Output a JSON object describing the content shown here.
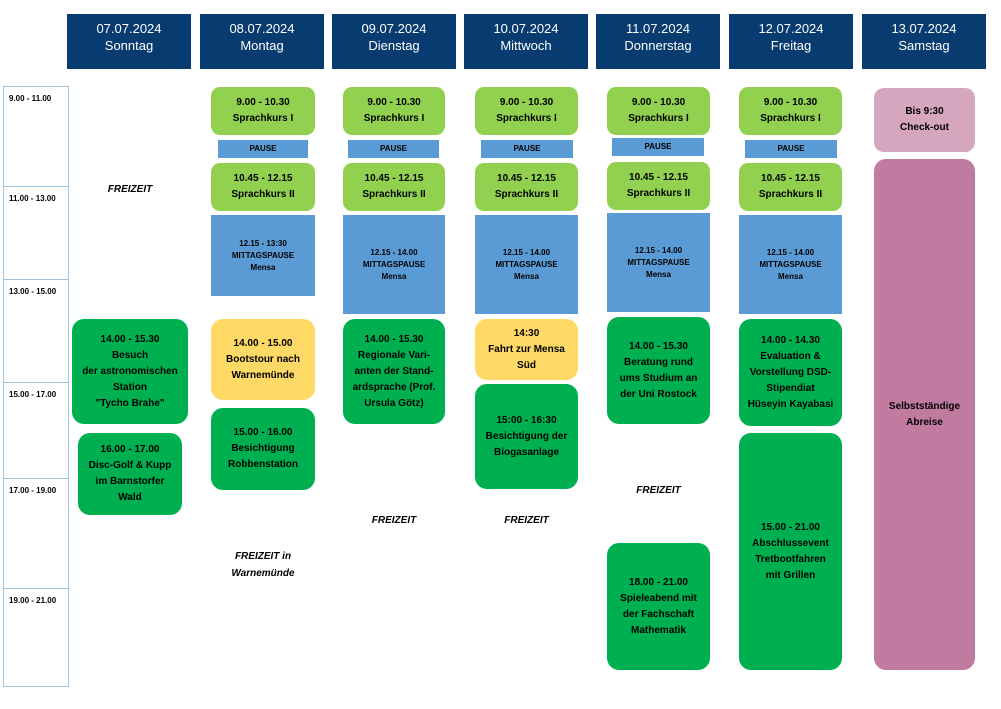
{
  "days": [
    {
      "date": "07.07.2024",
      "name": "Sonntag"
    },
    {
      "date": "08.07.2024",
      "name": "Montag"
    },
    {
      "date": "09.07.2024",
      "name": "Dienstag"
    },
    {
      "date": "10.07.2024",
      "name": "Mittwoch"
    },
    {
      "date": "11.07.2024",
      "name": "Donnerstag"
    },
    {
      "date": "12.07.2024",
      "name": "Freitag"
    },
    {
      "date": "13.07.2024",
      "name": "Samstag"
    }
  ],
  "time_slots": [
    "9.00 - 11.00",
    "11.00 - 13.00",
    "13.00 - 15.00",
    "15.00 - 17.00",
    "17.00 - 19.00",
    "19.00 - 21.00"
  ],
  "events": {
    "sun_besuch": "14.00 - 15.30\nBesuch\nder astronomischen\nStation\n\"Tycho  Brahe\"",
    "sun_discgolf": "16.00 - 17.00\nDisc-Golf & Kupp\nim Barnstorfer\nWald",
    "sprachkurs1": "9.00 - 10.30\nSprachkurs I",
    "pause": "PAUSE",
    "sprachkurs2": "10.45 - 12.15\nSprachkurs II",
    "mittag_mon": "12.15 - 13:30\nMITTAGSPAUSE\nMensa",
    "mittag": "12.15 - 14.00\nMITTAGSPAUSE\nMensa",
    "mon_bootstour": "14.00 - 15.00\nBootstour nach\nWarnemünde",
    "mon_robben": "15.00 - 16.00\nBesichtigung\nRobbenstation",
    "tue_regionale": "14.00 - 15.30\nRegionale Vari-\nanten der Stand-\nardsprache (Prof.\nUrsula Götz)",
    "wed_fahrt": "14:30\nFahrt zur Mensa\nSüd",
    "wed_biogas": "15:00 - 16:30\nBesichtigung der\nBiogasanlage",
    "thu_beratung": "14.00 - 15.30\nBeratung rund\nums Studium an\nder Uni Rostock",
    "thu_spieleabend": "18.00 - 21.00\nSpieleabend mit\nder Fachschaft\nMathematik",
    "fri_evaluation": "14.00 - 14.30\nEvaluation &\nVorstellung DSD-\nStipendiat\nHüseyin Kayabasi",
    "fri_abschluss": "15.00 - 21.00\nAbschlussevent\nTretbootfahren\nmit Grillen",
    "sat_checkout": "Bis 9:30\nCheck-out",
    "sat_abreise": "Selbstständige\nAbreise"
  },
  "free": {
    "sun": "FREIZEIT",
    "mon": "FREIZEIT in\nWarnemünde",
    "tue": "FREIZEIT",
    "wed": "FREIZEIT",
    "thu": "FREIZEIT"
  },
  "colors": {
    "header": "#083b6f",
    "light_green": "#92d050",
    "green": "#00b050",
    "yellow": "#ffd966",
    "blue": "#5b9bd5",
    "pink": "#d5a6bd",
    "mauve": "#c27ba0"
  }
}
